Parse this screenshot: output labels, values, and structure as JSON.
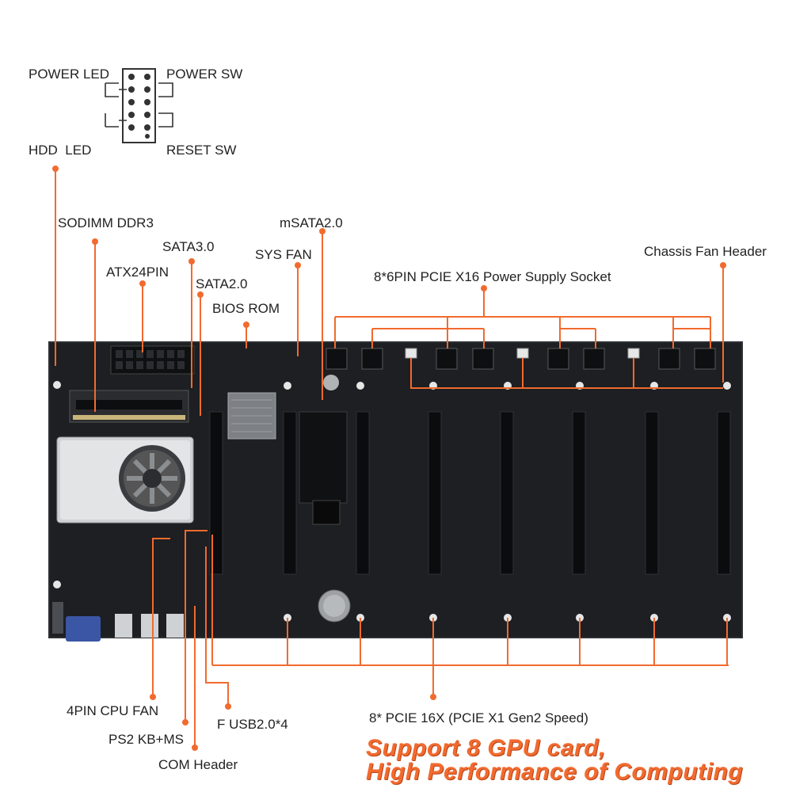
{
  "colors": {
    "leader": "#f26a2e",
    "board": "#1d1f22",
    "slot": "#0c0d0e",
    "text": "#222222",
    "tagline": "#f26a2e"
  },
  "labels": {
    "power_led": "POWER LED",
    "power_sw": "POWER SW",
    "hdd_led": "HDD  LED",
    "reset_sw": "RESET SW",
    "sodimm": "SODIMM DDR3",
    "sata3": "SATA3.0",
    "atx24": "ATX24PIN",
    "sata2": "SATA2.0",
    "bios_rom": "BIOS ROM",
    "sys_fan": "SYS FAN",
    "msata": "mSATA2.0",
    "pcie_power": "8*6PIN PCIE X16 Power Supply Socket",
    "chassis_fan": "Chassis Fan Header",
    "cpu_fan": "4PIN CPU FAN",
    "ps2": "PS2 KB+MS",
    "com": "COM Header",
    "fusb": "F USB2.0*4",
    "pcie_slots": "8* PCIE 16X (PCIE X1 Gen2 Speed)"
  },
  "tagline": {
    "line1": "Support 8 GPU card,",
    "line2": "High Performance of Computing"
  }
}
